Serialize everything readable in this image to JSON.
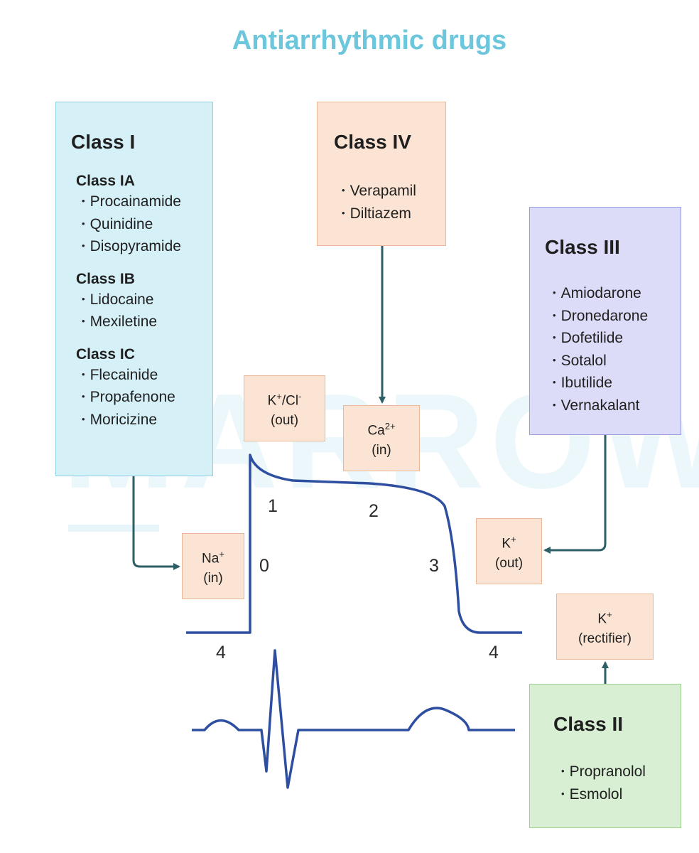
{
  "title": "Antiarrhythmic drugs",
  "colors": {
    "title": "#6cc6dc",
    "class_i": "#d6f0f8",
    "class_iv": "#fbe4d3",
    "class_iii": "#dcdcf8",
    "class_ii": "#d9efd4",
    "arrow": "#2e5e66",
    "trace": "#2e4fa0"
  },
  "watermark": "MARROW",
  "class_i": {
    "title": "Class I",
    "groups": [
      {
        "title": "Class IA",
        "drugs": [
          "Procainamide",
          "Quinidine",
          "Disopyramide"
        ]
      },
      {
        "title": "Class IB",
        "drugs": [
          "Lidocaine",
          "Mexiletine"
        ]
      },
      {
        "title": "Class IC",
        "drugs": [
          "Flecainide",
          "Propafenone",
          "Moricizine"
        ]
      }
    ]
  },
  "class_iv": {
    "title": "Class IV",
    "drugs": [
      "Verapamil",
      "Diltiazem"
    ]
  },
  "class_iii": {
    "title": "Class III",
    "drugs": [
      "Amiodarone",
      "Dronedarone",
      "Dofetilide",
      "Sotalol",
      "Ibutilide",
      "Vernakalant"
    ]
  },
  "class_ii": {
    "title": "Class II",
    "drugs": [
      "Propranolol",
      "Esmolol"
    ]
  },
  "ions": {
    "na": {
      "ion": "Na",
      "charge": "+",
      "direction": "(in)"
    },
    "kcl": {
      "ion": "K",
      "charge": "+",
      "ion2": "/Cl",
      "charge2": "-",
      "direction": "(out)"
    },
    "ca": {
      "ion": "Ca",
      "charge": "2+",
      "direction": "(in)"
    },
    "k_out": {
      "ion": "K",
      "charge": "+",
      "direction": "(out)"
    },
    "k_rect": {
      "ion": "K",
      "charge": "+",
      "direction": "(rectifier)"
    }
  },
  "phases": {
    "p0": "0",
    "p1": "1",
    "p2": "2",
    "p3": "3",
    "p4_left": "4",
    "p4_right": "4"
  }
}
